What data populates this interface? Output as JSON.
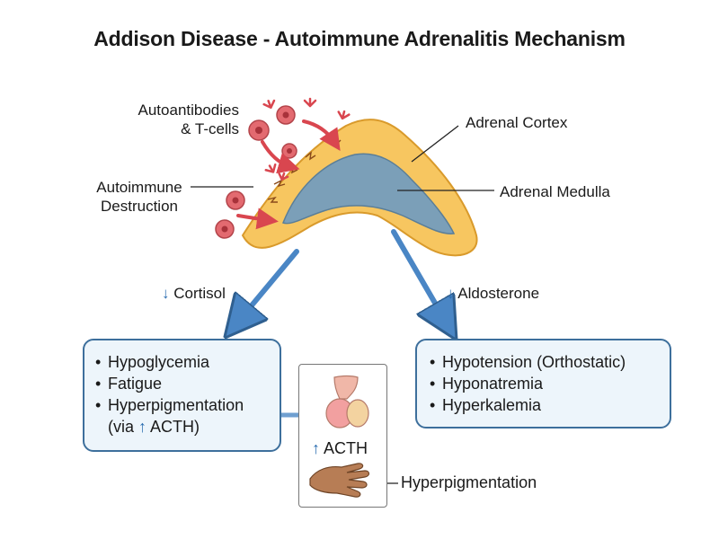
{
  "title": "Addison Disease - Autoimmune Adrenalitis Mechanism",
  "labels": {
    "autoantibodies_line1": "Autoantibodies",
    "autoantibodies_line2": "& T-cells",
    "destruction_line1": "Autoimmune",
    "destruction_line2": "Destruction",
    "adrenal_cortex": "Adrenal Cortex",
    "adrenal_medulla": "Adrenal Medulla",
    "cortisol": "Cortisol",
    "aldosterone": "Aldosterone",
    "down_arrow": "↓",
    "up_arrow": "↑",
    "acth": "ACTH",
    "hyperpigmentation": "Hyperpigmentation"
  },
  "cortisol_box": {
    "items": [
      "Hypoglycemia",
      "Fatigue",
      "Hyperpigmentation"
    ],
    "via_prefix": "(via",
    "via_suffix": "ACTH)"
  },
  "aldosterone_box": {
    "items": [
      "Hypotension (Orthostatic)",
      "Hyponatremia",
      "Hyperkalemia"
    ]
  },
  "colors": {
    "cortex": "#f7c660",
    "cortex_stroke": "#d99a2b",
    "medulla": "#7b9fb8",
    "flow_arrow": "#4a86c5",
    "attack_arrow": "#d9464f",
    "immune_cell": "#e36a70",
    "box_fill": "#edf5fb",
    "box_border": "#3d6f9c"
  }
}
